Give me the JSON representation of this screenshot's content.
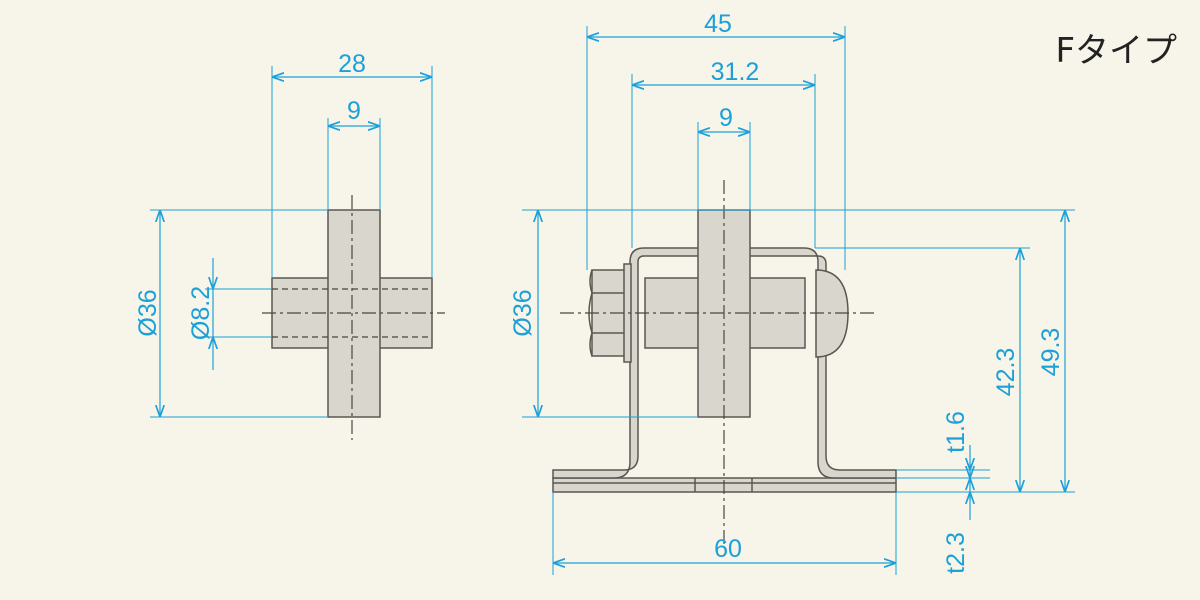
{
  "title": "Fタイプ",
  "colors": {
    "dimension": "#1ca0d8",
    "outline": "#5a5752",
    "fill": "#d9d6ce",
    "background": "#f7f4ea"
  },
  "left_view": {
    "width_total": "28",
    "width_bolt": "9",
    "dia_washer": "Ø36",
    "dia_bolt": "Ø8.2"
  },
  "right_view": {
    "width_total": "45",
    "width_inner": "31.2",
    "width_bolt": "9",
    "dia_washer": "Ø36",
    "height_axis": "42.3",
    "height_total": "49.3",
    "thickness_bracket": "t1.6",
    "thickness_base": "t2.3",
    "base_width": "60"
  }
}
